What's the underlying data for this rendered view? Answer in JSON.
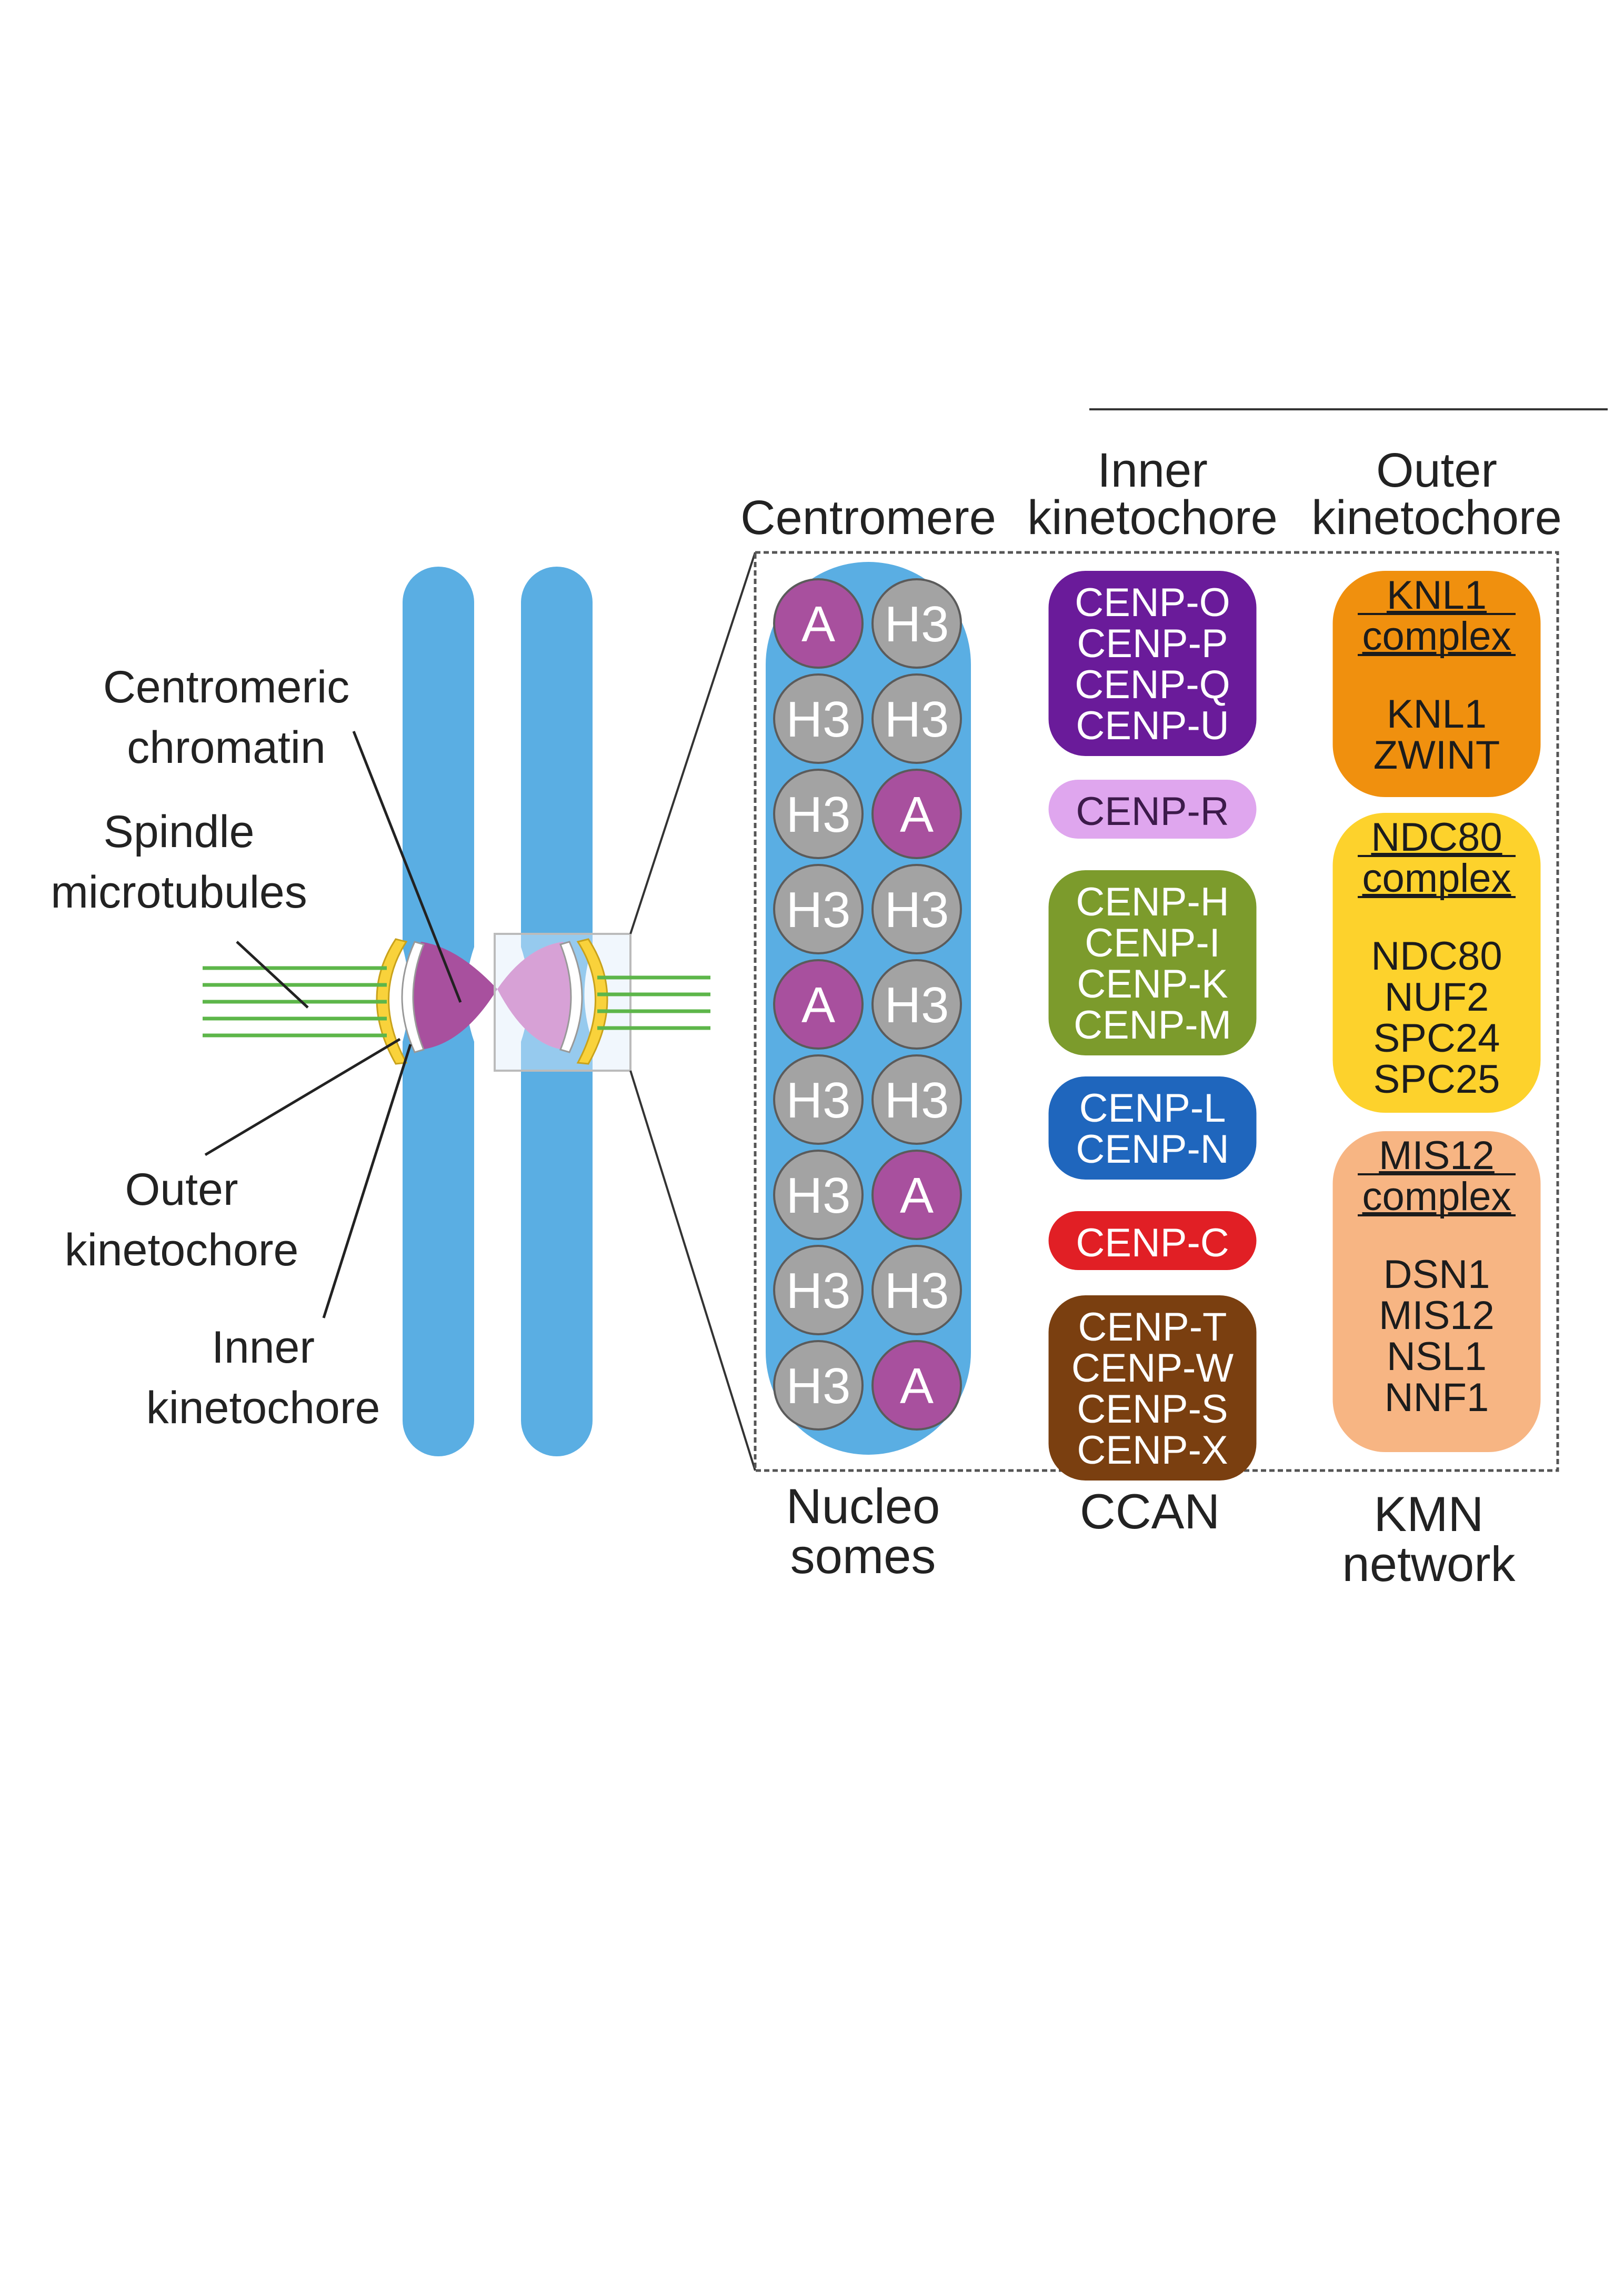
{
  "left_labels": {
    "centromeric_chromatin": [
      "Centromeric",
      "chromatin"
    ],
    "spindle_microtubules": [
      "Spindle",
      "microtubules"
    ],
    "outer_kinetochore": [
      "Outer",
      "kinetochore"
    ],
    "inner_kinetochore": [
      "Inner",
      "kinetochore"
    ]
  },
  "headers": {
    "centromere": "Centromere",
    "inner_kinetochore": [
      "Inner",
      "kinetochore"
    ],
    "outer_kinetochore": [
      "Outer",
      "kinetochore"
    ]
  },
  "nucleosomes": [
    [
      "A",
      "H3"
    ],
    [
      "H3",
      "H3"
    ],
    [
      "H3",
      "A"
    ],
    [
      "H3",
      "H3"
    ],
    [
      "A",
      "H3"
    ],
    [
      "H3",
      "H3"
    ],
    [
      "H3",
      "A"
    ],
    [
      "H3",
      "H3"
    ],
    [
      "H3",
      "A"
    ]
  ],
  "ccan_boxes": [
    {
      "lines": [
        "CENP-O",
        "CENP-P",
        "CENP-Q",
        "CENP-U"
      ],
      "color": "#6a1b9a",
      "text_color": "#ffffff"
    },
    {
      "lines": [
        "CENP-R"
      ],
      "color": "#dfa6ee",
      "text_color": "#3c1a4a"
    },
    {
      "lines": [
        "CENP-H",
        "CENP-I",
        "CENP-K",
        "CENP-M"
      ],
      "color": "#7c9b2c",
      "text_color": "#ffffff"
    },
    {
      "lines": [
        "CENP-L",
        "CENP-N"
      ],
      "color": "#1f66bd",
      "text_color": "#ffffff"
    },
    {
      "lines": [
        "CENP-C"
      ],
      "color": "#e11f25",
      "text_color": "#ffffff"
    },
    {
      "lines": [
        "CENP-T",
        "CENP-W",
        "CENP-S",
        "CENP-X"
      ],
      "color": "#7a3f10",
      "text_color": "#ffffff"
    }
  ],
  "kmn_boxes": [
    {
      "title": [
        "KNL1",
        "complex"
      ],
      "members": [
        "KNL1",
        "ZWINT"
      ],
      "color": "#f0900e"
    },
    {
      "title": [
        "NDC80",
        "complex"
      ],
      "members": [
        "NDC80",
        "NUF2",
        "SPC24",
        "SPC25"
      ],
      "color": "#fdd22c"
    },
    {
      "title": [
        "MIS12",
        "complex"
      ],
      "members": [
        "DSN1",
        "MIS12",
        "NSL1",
        "NNF1"
      ],
      "color": "#f7b583"
    }
  ],
  "bottom_labels": {
    "nucleosomes": [
      "Nucleo",
      "somes"
    ],
    "ccan": "CCAN",
    "kmn": [
      "KMN",
      "network"
    ]
  },
  "colors": {
    "chromosome": "#5aaee3",
    "centromere_panel": "#5aaee3",
    "cenp_a": "#a8509e",
    "h3": "#a3a3a3",
    "chromatin": "#a8509e",
    "chromatin_light": "#d69bd4",
    "microtubule": "#5db64a",
    "outer_kinetochore": "#f9d23b"
  }
}
